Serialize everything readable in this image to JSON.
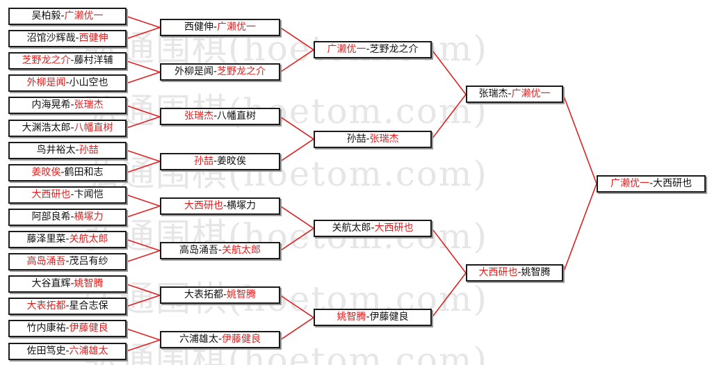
{
  "watermark": "弘通围棋(hoetom.com)",
  "colors": {
    "winner": "#e02020",
    "text": "#111111",
    "line": "#e02020",
    "border": "#1a1a1a"
  },
  "rounds": [
    [
      [
        {
          "t": "吴柏毅"
        },
        {
          "t": "-"
        },
        {
          "t": "广濑优一",
          "win": true
        }
      ],
      [
        {
          "t": "沼馆沙辉哉"
        },
        {
          "t": "-"
        },
        {
          "t": "西健伸",
          "win": true
        }
      ],
      [
        {
          "t": "芝野龙之介",
          "win": true
        },
        {
          "t": "-"
        },
        {
          "t": "藤村洋辅"
        }
      ],
      [
        {
          "t": "外柳是闻",
          "win": true
        },
        {
          "t": "-"
        },
        {
          "t": "小山空也"
        }
      ],
      [
        {
          "t": "内海晃希"
        },
        {
          "t": "-"
        },
        {
          "t": "张瑞杰",
          "win": true
        }
      ],
      [
        {
          "t": "大渊浩太郎"
        },
        {
          "t": "-"
        },
        {
          "t": "八幡直树",
          "win": true
        }
      ],
      [
        {
          "t": "鸟井裕太"
        },
        {
          "t": "-"
        },
        {
          "t": "孙喆",
          "win": true
        }
      ],
      [
        {
          "t": "姜旼俟",
          "win": true
        },
        {
          "t": "-"
        },
        {
          "t": "鹤田和志"
        }
      ],
      [
        {
          "t": "大西研也",
          "win": true
        },
        {
          "t": "-"
        },
        {
          "t": "卞闻恺"
        }
      ],
      [
        {
          "t": "阿部良希"
        },
        {
          "t": "-"
        },
        {
          "t": "横塚力",
          "win": true
        }
      ],
      [
        {
          "t": "藤泽里菜"
        },
        {
          "t": "-"
        },
        {
          "t": "关航太郎",
          "win": true
        }
      ],
      [
        {
          "t": "高岛涌吾",
          "win": true
        },
        {
          "t": "-"
        },
        {
          "t": "茂吕有纱"
        }
      ],
      [
        {
          "t": "大谷直辉"
        },
        {
          "t": "-"
        },
        {
          "t": "姚智腾",
          "win": true
        }
      ],
      [
        {
          "t": "大表拓都",
          "win": true
        },
        {
          "t": "-"
        },
        {
          "t": "星合志保"
        }
      ],
      [
        {
          "t": "竹内康祐"
        },
        {
          "t": "-"
        },
        {
          "t": "伊藤健良",
          "win": true
        }
      ],
      [
        {
          "t": "佐田笃史"
        },
        {
          "t": "-"
        },
        {
          "t": "六浦雄太",
          "win": true
        }
      ]
    ],
    [
      [
        {
          "t": "西健伸"
        },
        {
          "t": "-"
        },
        {
          "t": "广濑优一",
          "win": true
        }
      ],
      [
        {
          "t": "外柳是闻"
        },
        {
          "t": "-"
        },
        {
          "t": "芝野龙之介",
          "win": true
        }
      ],
      [
        {
          "t": "张瑞杰",
          "win": true
        },
        {
          "t": "-"
        },
        {
          "t": "八幡直树"
        }
      ],
      [
        {
          "t": "孙喆",
          "win": true
        },
        {
          "t": "-"
        },
        {
          "t": "姜旼俟"
        }
      ],
      [
        {
          "t": "大西研也",
          "win": true
        },
        {
          "t": "-"
        },
        {
          "t": "横塚力"
        }
      ],
      [
        {
          "t": "高岛涌吾"
        },
        {
          "t": "-"
        },
        {
          "t": "关航太郎",
          "win": true
        }
      ],
      [
        {
          "t": "大表拓都"
        },
        {
          "t": "-"
        },
        {
          "t": "姚智腾",
          "win": true
        }
      ],
      [
        {
          "t": "六浦雄太"
        },
        {
          "t": "-"
        },
        {
          "t": "伊藤健良",
          "win": true
        }
      ]
    ],
    [
      [
        {
          "t": "广濑优一",
          "win": true
        },
        {
          "t": "-"
        },
        {
          "t": "芝野龙之介"
        }
      ],
      [
        {
          "t": "孙喆"
        },
        {
          "t": "-"
        },
        {
          "t": "张瑞杰",
          "win": true
        }
      ],
      [
        {
          "t": "关航太郎"
        },
        {
          "t": "-"
        },
        {
          "t": "大西研也",
          "win": true
        }
      ],
      [
        {
          "t": "姚智腾",
          "win": true
        },
        {
          "t": "-"
        },
        {
          "t": "伊藤健良"
        }
      ]
    ],
    [
      [
        {
          "t": "张瑞杰"
        },
        {
          "t": "-"
        },
        {
          "t": "广濑优一",
          "win": true
        }
      ],
      [
        {
          "t": "大西研也",
          "win": true
        },
        {
          "t": "-"
        },
        {
          "t": "姚智腾"
        }
      ]
    ],
    [
      [
        {
          "t": "广濑优一",
          "win": true
        },
        {
          "t": "-"
        },
        {
          "t": "大西研也"
        }
      ]
    ]
  ]
}
